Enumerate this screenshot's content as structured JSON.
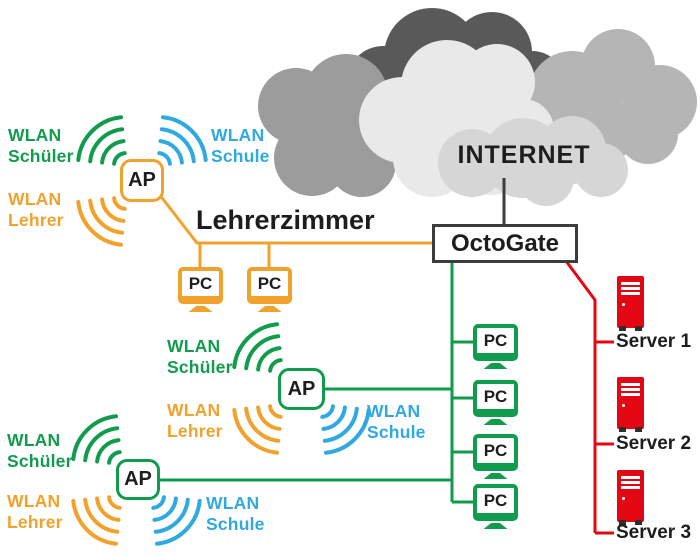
{
  "colors": {
    "green": "#119b4c",
    "orange": "#f0a22c",
    "blue": "#2fa9e0",
    "red": "#e30613",
    "dark": "#3c3c3b",
    "text": "#1d1d1b",
    "cloud_dark": "#595959",
    "cloud_mid": "#9c9c9c",
    "cloud_right": "#b5b5b5",
    "cloud_center": "#e9e9e9",
    "cloud_bottom": "#d6d6d6"
  },
  "internet": {
    "label": "INTERNET"
  },
  "gateway": {
    "label": "OctoGate"
  },
  "room": {
    "label": "Lehrerzimmer"
  },
  "access_points": [
    {
      "label": "AP"
    },
    {
      "label": "AP"
    },
    {
      "label": "AP"
    }
  ],
  "pcs": [
    {
      "label": "PC"
    },
    {
      "label": "PC"
    },
    {
      "label": "PC"
    },
    {
      "label": "PC"
    },
    {
      "label": "PC"
    },
    {
      "label": "PC"
    }
  ],
  "servers": [
    {
      "label": "Server 1"
    },
    {
      "label": "Server 2"
    },
    {
      "label": "Server 3"
    }
  ],
  "wlan_labels": [
    {
      "line1": "WLAN",
      "line2": "Schüler",
      "color": "green"
    },
    {
      "line1": "WLAN",
      "line2": "Schule",
      "color": "blue"
    },
    {
      "line1": "WLAN",
      "line2": "Lehrer",
      "color": "orange"
    },
    {
      "line1": "WLAN",
      "line2": "Schüler",
      "color": "green"
    },
    {
      "line1": "WLAN",
      "line2": "Lehrer",
      "color": "orange"
    },
    {
      "line1": "WLAN",
      "line2": "Schule",
      "color": "blue"
    },
    {
      "line1": "WLAN",
      "line2": "Schüler",
      "color": "green"
    },
    {
      "line1": "WLAN",
      "line2": "Lehrer",
      "color": "orange"
    },
    {
      "line1": "WLAN",
      "line2": "Schule",
      "color": "blue"
    }
  ]
}
